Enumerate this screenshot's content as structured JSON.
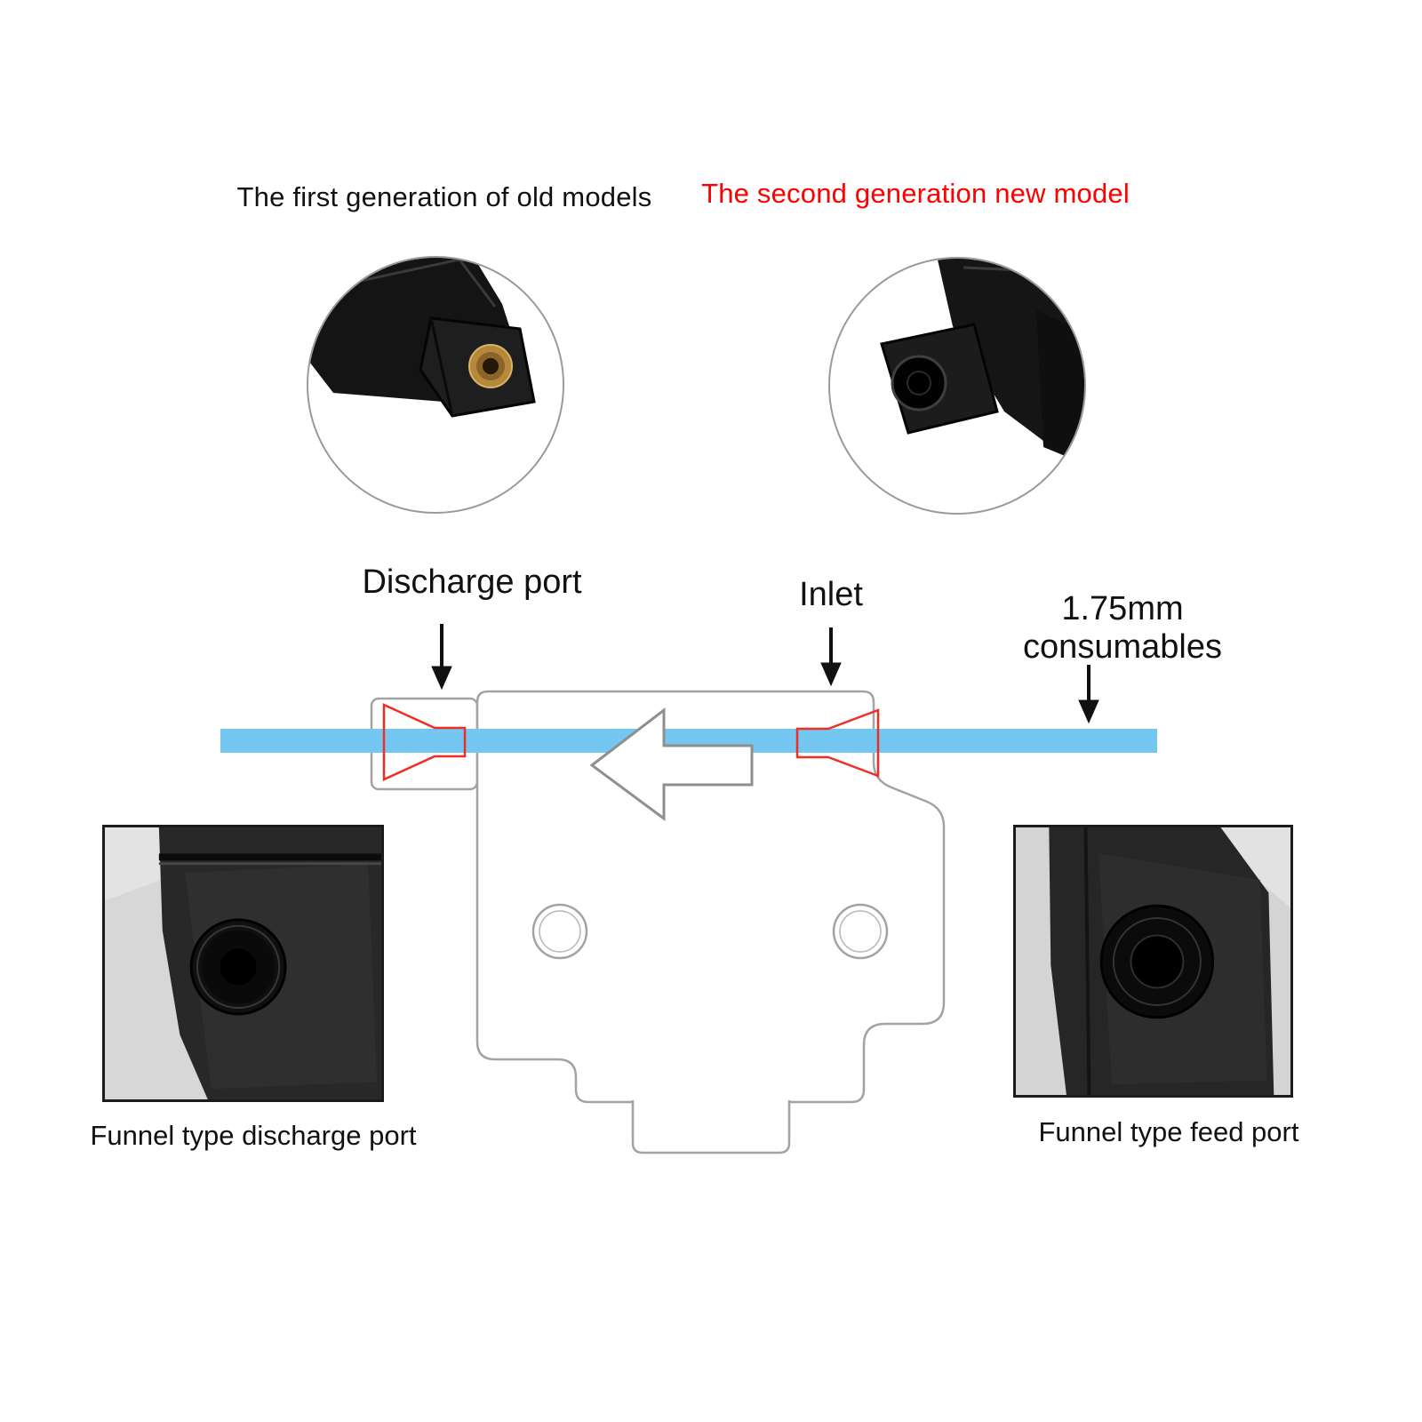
{
  "comparison": {
    "old_model": {
      "title": "The first generation of old models",
      "title_color": "#111111"
    },
    "new_model": {
      "title": "The second generation new model",
      "title_color": "#ff0000"
    }
  },
  "diagram": {
    "labels": {
      "discharge_port": "Discharge port",
      "inlet": "Inlet",
      "consumables": "1.75mm consumables"
    },
    "colors": {
      "filament_blue": "#74c7f0",
      "funnel_red": "#ee2d24",
      "body_outline_gray": "#a3a3a3",
      "flow_arrow_gray": "#8f8f8f",
      "down_arrow_black": "#111111",
      "brass": "#b5883c"
    }
  },
  "insets": {
    "discharge": {
      "caption": "Funnel type discharge port"
    },
    "feed": {
      "caption": "Funnel type feed port"
    }
  }
}
